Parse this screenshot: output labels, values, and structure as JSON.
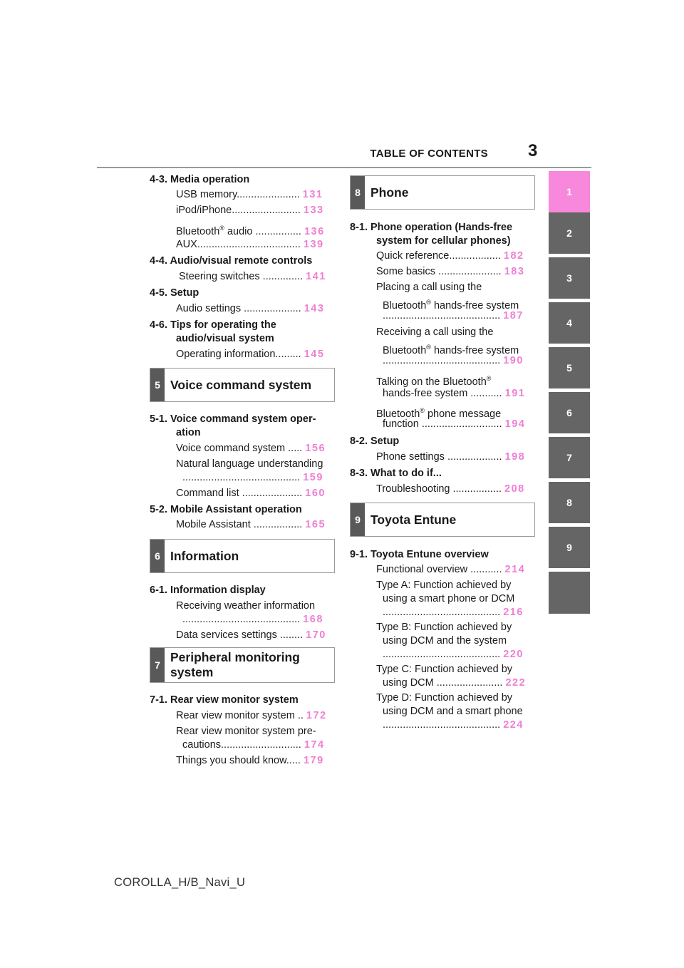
{
  "header": {
    "title": "TABLE OF CONTENTS",
    "page_number": "3"
  },
  "colors": {
    "active_tab": "#f788dc",
    "tab": "#656565",
    "page_link": "#ef7fd4",
    "chapter_box": "#595959"
  },
  "side_tabs": [
    "1",
    "2",
    "3",
    "4",
    "5",
    "6",
    "7",
    "8",
    "9"
  ],
  "footer": "COROLLA_H/B_Navi_U",
  "col1": {
    "s43": "4-3. Media operation",
    "usb": "USB memory......................",
    "usb_p": "131",
    "ipod": "iPod/iPhone........................",
    "ipod_p": "133",
    "bt_a": "Bluetooth",
    "reg": "®",
    "bt_b": " audio ................",
    "bt_p": "136",
    "aux": "AUX....................................",
    "aux_p": "139",
    "s44": "4-4. Audio/visual remote controls",
    "steer": "Steering switches ..............",
    "steer_p": "141",
    "s45": "4-5. Setup",
    "audio_set": "Audio settings ....................",
    "audio_set_p": "143",
    "s46a": "4-6. Tips for operating the",
    "s46b": "audio/visual system",
    "opinfo": "Operating information.........",
    "opinfo_p": "145",
    "ch5_num": "5",
    "ch5_title": "Voice command system",
    "s51a": "5-1. Voice command system oper-",
    "s51b": "ation",
    "vcs": "Voice command system .....",
    "vcs_p": "156",
    "nlu": "Natural language understanding",
    "nlu_dots": ".........................................",
    "nlu_p": "159",
    "cmd": "Command list .....................",
    "cmd_p": "160",
    "s52": "5-2. Mobile Assistant operation",
    "mobile": "Mobile Assistant .................",
    "mobile_p": "165",
    "ch6_num": "6",
    "ch6_title": "Information",
    "s61": "6-1. Information display",
    "weather": "Receiving weather information",
    "weather_dots": ".........................................",
    "weather_p": "168",
    "data_svc": "Data services settings ........",
    "data_svc_p": "170",
    "ch7_num": "7",
    "ch7_title_a": "Peripheral monitoring",
    "ch7_title_b": "system",
    "s71": "7-1. Rear view monitor system",
    "rvm": "Rear view monitor system ..",
    "rvm_p": "172",
    "rvm_pre_a": "Rear view monitor system pre-",
    "rvm_pre_b": "cautions............................",
    "rvm_pre_p": "174",
    "things": "Things you should know.....",
    "things_p": "179"
  },
  "col2": {
    "ch8_num": "8",
    "ch8_title": "Phone",
    "s81a": "8-1. Phone operation (Hands-free",
    "s81b": "system for cellular phones)",
    "quick": "Quick reference..................",
    "quick_p": "182",
    "basics": "Some basics ......................",
    "basics_p": "183",
    "place_a": "Placing a call using the",
    "place_b1": "Bluetooth",
    "place_b2": " hands-free system",
    "place_dots": ".........................................",
    "place_p": "187",
    "recv_a": "Receiving a call using the",
    "recv_b1": "Bluetooth",
    "recv_b2": " hands-free system",
    "recv_dots": ".........................................",
    "recv_p": "190",
    "talk_a": "Talking on the Bluetooth",
    "talk_b": "hands-free system ...........",
    "talk_p": "191",
    "msg_a1": "Bluetooth",
    "msg_a2": " phone message",
    "msg_b": "function ............................",
    "msg_p": "194",
    "s82": "8-2. Setup",
    "phone_set": "Phone settings ...................",
    "phone_set_p": "198",
    "s83": "8-3. What to do if...",
    "trouble": "Troubleshooting .................",
    "trouble_p": "208",
    "ch9_num": "9",
    "ch9_title": "Toyota Entune",
    "s91": "9-1. Toyota Entune overview",
    "func": "Functional overview ...........",
    "func_p": "214",
    "ta_a": "Type A: Function achieved by",
    "ta_b": "using a smart phone or DCM",
    "ta_dots": ".........................................",
    "ta_p": "216",
    "tb_a": "Type B: Function achieved by",
    "tb_b": "using DCM and the system",
    "tb_dots": ".........................................",
    "tb_p": "220",
    "tc_a": "Type C: Function achieved by",
    "tc_b": "using DCM .......................",
    "tc_p": "222",
    "td_a": "Type D: Function achieved by",
    "td_b": "using DCM and a smart phone",
    "td_dots": ".........................................",
    "td_p": "224"
  }
}
